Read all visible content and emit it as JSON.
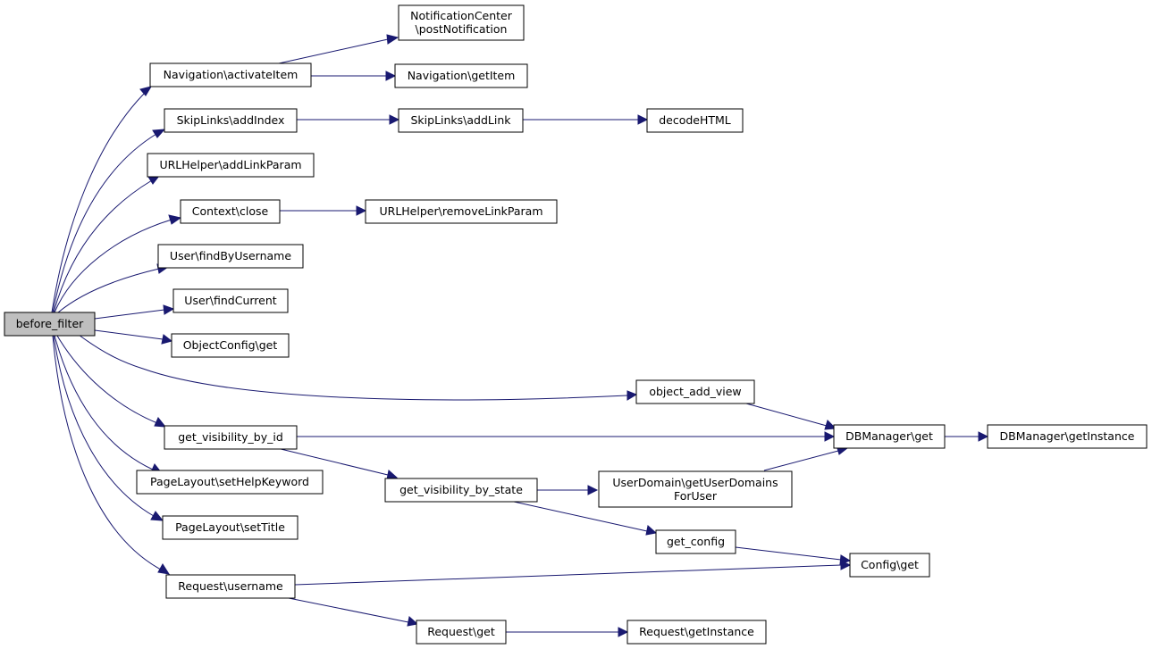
{
  "nodes": {
    "before_filter": "before_filter",
    "nav_activate": "Navigation\\activateItem",
    "notif_post_1": "NotificationCenter",
    "notif_post_2": "\\postNotification",
    "nav_getitem": "Navigation\\getItem",
    "skip_addindex": "SkipLinks\\addIndex",
    "skip_addlink": "SkipLinks\\addLink",
    "decodehtml": "decodeHTML",
    "url_addlinkparam": "URLHelper\\addLinkParam",
    "context_close": "Context\\close",
    "url_removelinkparam": "URLHelper\\removeLinkParam",
    "user_findbyusername": "User\\findByUsername",
    "user_findcurrent": "User\\findCurrent",
    "objectconfig_get": "ObjectConfig\\get",
    "object_add_view": "object_add_view",
    "get_visibility_by_id": "get_visibility_by_id",
    "dbmanager_get": "DBManager\\get",
    "dbmanager_getinstance": "DBManager\\getInstance",
    "pagelayout_sethelpkeyword": "PageLayout\\setHelpKeyword",
    "get_visibility_by_state": "get_visibility_by_state",
    "userdomain_1": "UserDomain\\getUserDomains",
    "userdomain_2": "ForUser",
    "pagelayout_settitle": "PageLayout\\setTitle",
    "get_config": "get_config",
    "config_get": "Config\\get",
    "request_username": "Request\\username",
    "request_get": "Request\\get",
    "request_getinstance": "Request\\getInstance"
  },
  "colors": {
    "edge": "#191970",
    "root_fill": "#bfbfbf",
    "node_fill": "#ffffff",
    "node_border": "#000000"
  }
}
